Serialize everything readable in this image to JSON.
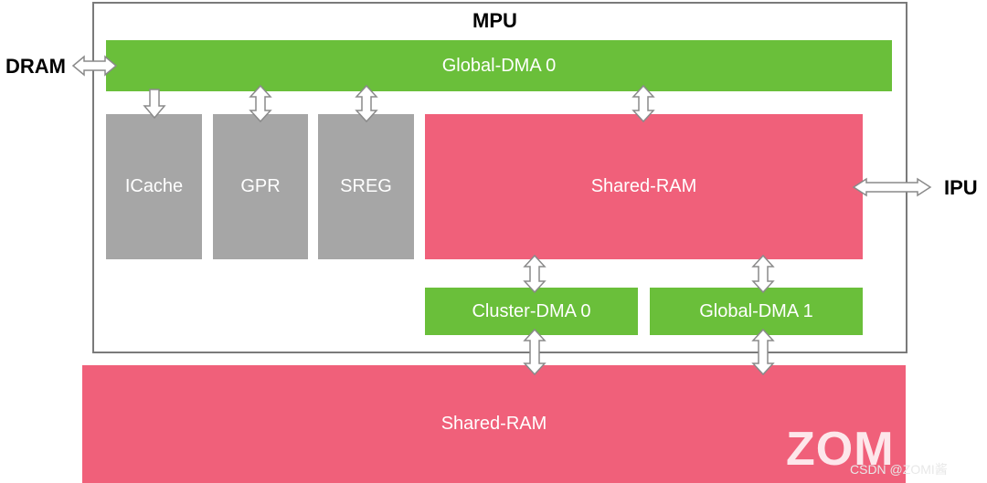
{
  "diagram": {
    "mpu_label": "MPU",
    "dram_label": "DRAM",
    "ipu_label": "IPU",
    "global_dma0": "Global-DMA 0",
    "icache": "ICache",
    "gpr": "GPR",
    "sreg": "SREG",
    "shared_ram_inner": "Shared-RAM",
    "cluster_dma0": "Cluster-DMA 0",
    "global_dma1": "Global-DMA 1",
    "shared_ram_outer": "Shared-RAM"
  },
  "colors": {
    "dma": "#6abf3a",
    "storage": "#a6a6a6",
    "ram": "#f0607a",
    "border": "#7a7a7a"
  },
  "watermark": {
    "logo": "ZOM",
    "char": "酱",
    "credit": "CSDN @ZOMI酱"
  }
}
